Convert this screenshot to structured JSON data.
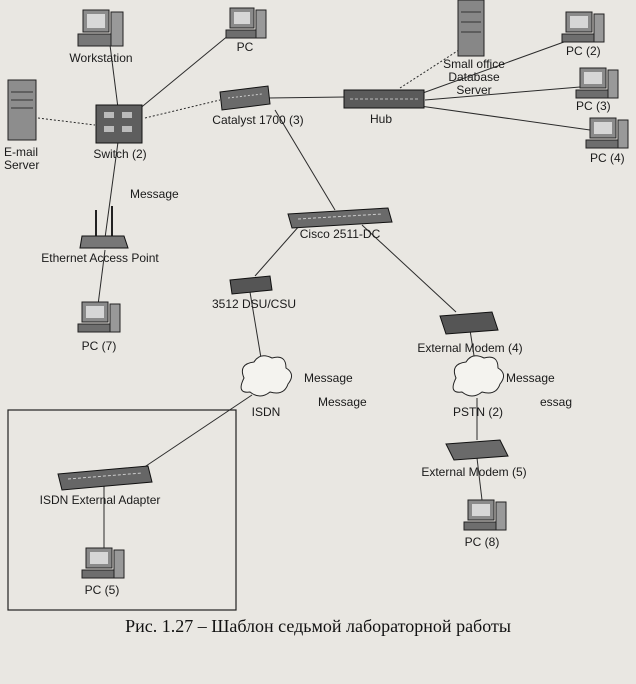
{
  "caption": "Рис. 1.27 – Шаблон седьмой лабораторной работы",
  "devices": {
    "workstation": "Workstation",
    "pc_top": "PC",
    "email_server": "E-mail\nServer",
    "switch": "Switch (2)",
    "catalyst": "Catalyst 1700 (3)",
    "hub": "Hub",
    "db_server": "Small office\nDatabase\nServer",
    "pc2": "PC (2)",
    "pc3": "PC (3)",
    "pc4": "PC (4)",
    "access_point": "Ethernet Access Point",
    "cisco": "Cisco 2511-DC",
    "dsu": "3512 DSU/CSU",
    "pc7": "PC (7)",
    "modem4": "External Modem (4)",
    "isdn": "ISDN",
    "pstn": "PSTN (2)",
    "modem5": "External Modem (5)",
    "pc8": "PC (8)",
    "isdn_adapter": "ISDN External Adapter",
    "pc5": "PC (5)"
  },
  "messages": {
    "m1": "Message",
    "m2": "Message",
    "m3": "Message",
    "m4": "Message",
    "m5": "essag"
  }
}
